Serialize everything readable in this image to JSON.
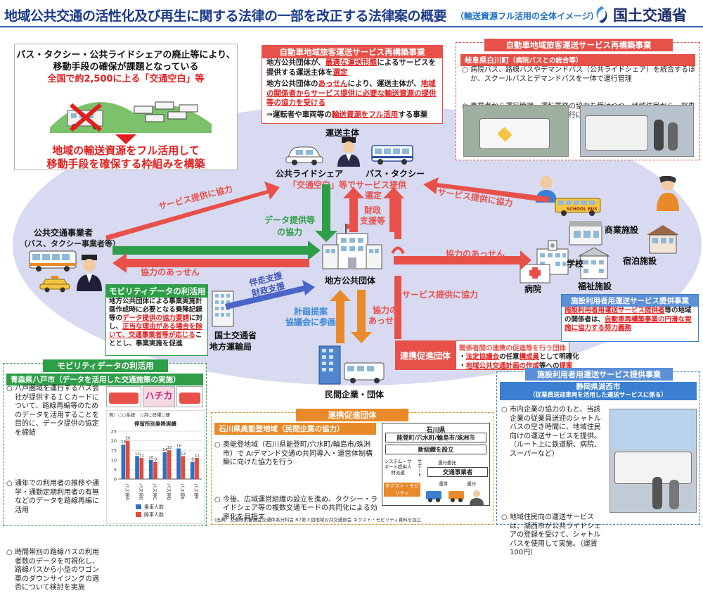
{
  "header": {
    "title": "地域公共交通の活性化及び再生に関する法律の一部を改正する法律案の概要",
    "subtitle": "（輸送資源フル活用の全体イメージ）",
    "ministry": "国土交通省"
  },
  "problem": {
    "line1": "バス・タクシー・公共ライドシェアの廃止等により、",
    "line2": "移動手段の確保が課題となっている",
    "line3": "全国で約2,500に上る「交通空白」等",
    "result1": "地域の輸送資源をフル活用して",
    "result2": "移動手段を確保する枠組みを構築"
  },
  "restructure_box": {
    "header": "自動車地域旅客運送サービス再構築事業",
    "p1a": "地方公共団体が、",
    "p1b": "最適な運送形態",
    "p1c": "によるサービスを提供する運送主体を",
    "p1d": "選定",
    "p2a": "地方公共団体の",
    "p2b": "あっせん",
    "p2c": "により、運送主体が、",
    "p2d": "地域の関係者からサービス提供に必要な輸送資源の提供等の協力を受ける",
    "p3a": "⇒運転者や車両等の",
    "p3b": "輸送資源をフル活用",
    "p3c": "する事業"
  },
  "case_shirakawa": {
    "header": "自動車地域旅客運送サービス再構築事業",
    "place": "岐阜県白川町",
    "place_note": "（病院バスとの統合等）",
    "bullet1": "病院バス、路線バスやデマンドバス（公共ライドシェア）を統合するほか、スクールバスとデマンドバスを一体で運行管理",
    "bullet2": "事業者から運行管理・運転業務の協力を受けつつ、地域住民から一部車両の運転の協力を得るほか、運行にスクールバス車両も活用"
  },
  "nodes": {
    "unso": "運送主体",
    "ride": "公共ライドシェア",
    "bus_taxi": "バス・タクシー",
    "kuhaku": "「交通空白」等でサービス提供",
    "operator1": "公共交通事業者",
    "operator2": "（バス、タクシー事業者等）",
    "local_gov": "地方公共団体",
    "mlit1": "国土交通省",
    "mlit2": "地方運輸局",
    "private": "民間企業・団体",
    "shopping": "商業施設",
    "school": "学校",
    "hotel": "宿泊施設",
    "hospital": "病院",
    "welfare": "福祉施設",
    "school_bus": "SCHOOL BUS"
  },
  "arrows": {
    "service_left": "サービス提供に協力",
    "service_right": "サービス提供に協力",
    "data_coop1": "データ提供等",
    "data_coop2": "の協力",
    "assen_left": "協力のあっせん",
    "assen_right": "協力のあっせん",
    "senkei": "選定",
    "zaisei1": "財政",
    "zaisei2": "支援等",
    "bansou1": "伴走支援",
    "bansou2": "財政支援",
    "keikaku1": "計画提案",
    "keikaku2": "協議会に参画",
    "kyoryoku1": "協力の",
    "kyoryoku2": "あっせん",
    "service_bottom": "サービス提供に協力"
  },
  "mobility_box": {
    "header": "モビリティデータの利活用",
    "t1": "地方公共団体による事業実施計画作成時に必要となる乗降記録等の",
    "t2": "データ提供",
    "t3": "の協力要請",
    "t4": "に対し、",
    "t5": "正当な理由がある場合を除いて、交通事業者等が応じる",
    "t6": "こととし、事業実施を促進"
  },
  "renkei_inner": {
    "label": "連携促進団体",
    "title": "関係者間の連携の促進等を行う団体",
    "b1a": "・",
    "b1b": "法定協議会",
    "b1c": "の任意",
    "b1d": "構成員",
    "b1e": "として明確化",
    "b2a": "・",
    "b2b": "地域公共交通計画の作成",
    "b2c": "等への",
    "b2d": "提案"
  },
  "facility_box": {
    "header": "施設利用者用運送サービス提供事業",
    "t1": "施設利用者用運送サービス提供者",
    "t2": "等の地域の関係者は、",
    "t3": "自動車再構築事業の円滑な実施に協力する努力義務"
  },
  "case_hachinohe": {
    "header": "モビリティデータの利活用",
    "place": "青森県八戸市（データを活用した交通施策の実施）",
    "bullet1": "八戸圏域を運行するバス会社が提供するＩＣカードについて、路線再編等のためのデータを活用することを目的に、データ提供の協定を締結",
    "bullet2": "通年での利用者の推移や通学・通勤定期利用者の有無などのデータを路線再編に活用",
    "bullet3": "時間帯別の路線バスの利用者数のデータを可視化し、路線バスから小型のワゴン車のダウンサイジングの適否について検討を実施",
    "card": "ハチカ",
    "chart_note": "停留所別乗降実績"
  },
  "chart_data": {
    "type": "bar",
    "title": "停留所別乗降実績",
    "categories": [
      "バス停A",
      "バス停B",
      "バス停C",
      "バス停D",
      "バス停E",
      "バス停F"
    ],
    "series": [
      {
        "name": "乗車人数",
        "values": [
          18,
          12,
          10,
          14,
          16,
          9
        ]
      },
      {
        "name": "降車人数",
        "values": [
          20,
          11,
          9,
          15,
          12,
          11
        ]
      }
    ],
    "legend_top": "例）○○系統　○月○日曜○便",
    "ylim": [
      0,
      25
    ],
    "yticks": [
      0,
      5,
      10,
      15,
      20,
      25
    ],
    "colors": [
      "#2f6fc2",
      "#e24a3a"
    ],
    "legend_position": "bottom"
  },
  "case_okunoto": {
    "header": "連携促進団体",
    "place": "石川県奥能登地域（民間企業の協力）",
    "bullet1": "奥能登地域（石川県能登町/穴水町/輪島市/珠洲市）で AIデマンド交通の共同導入・運営体制構築に向けた協力を行う",
    "bullet2": "今後、広域運営組織の設立を進め、タクシー・ライドシェア等の複数交通モードの共同化による効率化を目指す",
    "source": "(出典）交通政策審議会交通体系分科会 R7第３回地域公共交通部会 ネクスト・モビリティ資料を加工",
    "d_pref": "石川県",
    "d_towns": "能登町/穴水町/輪島市/珠洲市",
    "d_new": "新組織を設立",
    "d_sys": "システム・サポート提供人材派遣",
    "d_support": "サポート",
    "d_commission": "運行委託",
    "d_operators": "交通事業者",
    "d_unsou": "運賃",
    "d_unkou": "運行",
    "d_next": "ネクスト・モビリティ"
  },
  "case_kosai": {
    "header": "施設利用者用運送サービス提供事業",
    "place": "静岡県湖西市",
    "place_note": "（従業員送迎車両を活用した運送サービスに係る）",
    "bullet1": "市内企業の協力のもと、当該企業の従業員送迎のシャトルバスの空き時間に、地域住民向けの運送サービスを提供。（ルート上に鉄道駅、病院、スーパーなど）",
    "bullet2": "地域住民向の運送サービスは、湖西市が公共ライドシェアの登録を受けて、シャトルバスを使用して実施。（運賃100円）"
  }
}
